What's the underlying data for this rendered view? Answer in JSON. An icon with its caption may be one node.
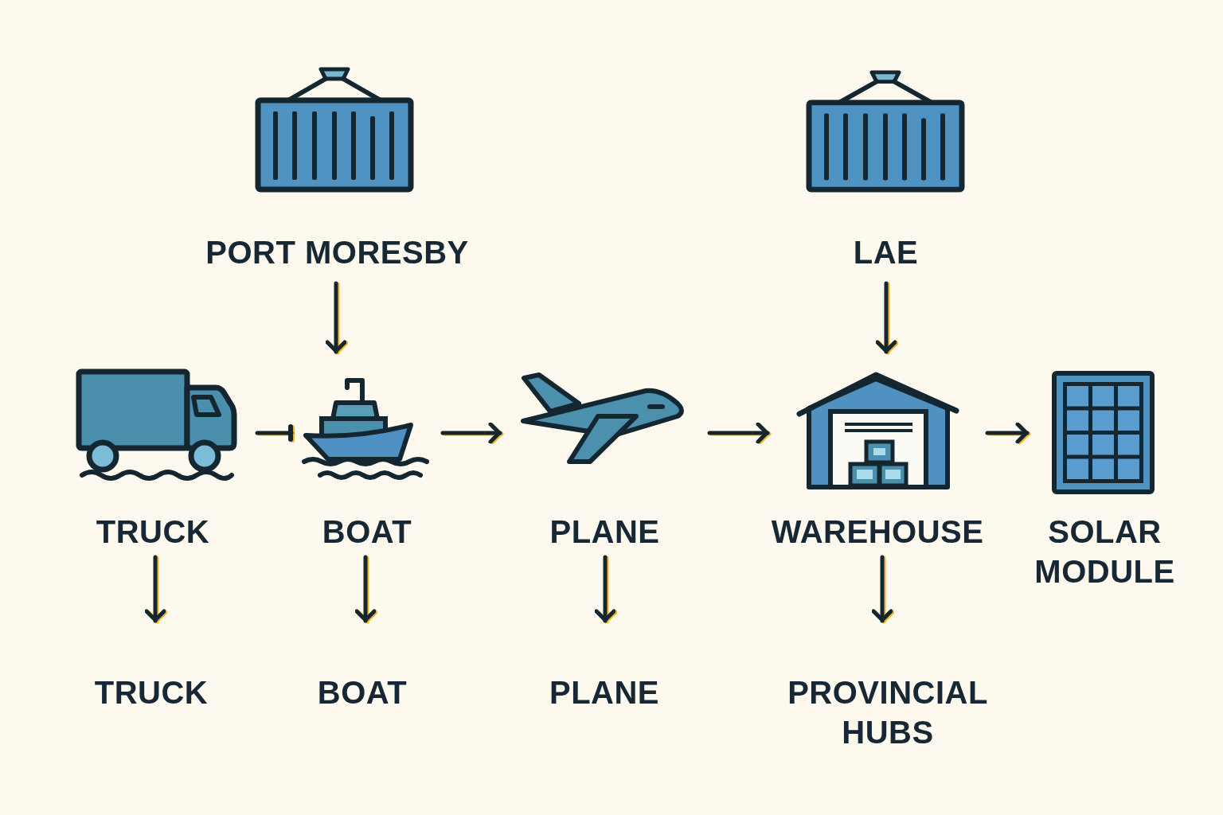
{
  "diagram": {
    "nodes": [
      {
        "text": [
          "PORT MORESBY"
        ]
      },
      {
        "text": [
          "LAE"
        ]
      },
      {
        "text": [
          "TRUCK"
        ]
      },
      {
        "text": [
          "BOAT"
        ]
      },
      {
        "text": [
          "PLANE"
        ]
      },
      {
        "text": [
          "WAREHOUSE"
        ]
      },
      {
        "text": [
          "SOLAR MODULE"
        ]
      },
      {
        "text": [
          "TRUCK"
        ]
      },
      {
        "text": [
          "BOAT"
        ]
      },
      {
        "text": [
          "PLANE"
        ]
      },
      {
        "text": [
          "PROVINCIAL HUBS"
        ]
      }
    ],
    "edges": [
      {
        "from": 0,
        "to": 3,
        "arrow": "to"
      },
      {
        "from": 1,
        "to": 5,
        "arrow": "to"
      },
      {
        "from": 2,
        "to": 3,
        "arrow": "other"
      },
      {
        "from": 3,
        "to": 4,
        "arrow": "to"
      },
      {
        "from": 4,
        "to": 5,
        "arrow": "to"
      },
      {
        "from": 5,
        "to": 6,
        "arrow": "to"
      },
      {
        "from": 2,
        "to": 7,
        "arrow": "to"
      },
      {
        "from": 3,
        "to": 8,
        "arrow": "to"
      },
      {
        "from": 4,
        "to": 9,
        "arrow": "to"
      },
      {
        "from": 5,
        "to": 10,
        "arrow": "to"
      }
    ]
  }
}
